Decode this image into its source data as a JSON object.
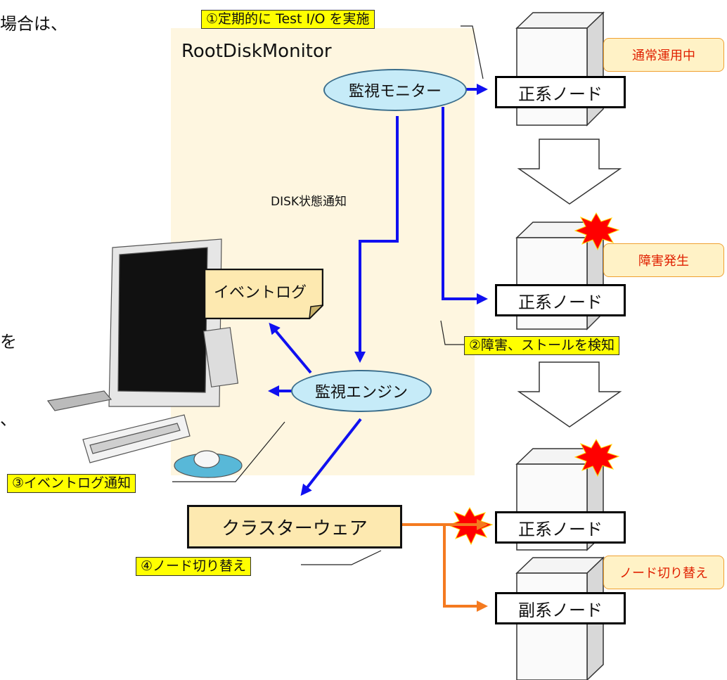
{
  "region": {
    "title": "RootDiskMonitor"
  },
  "left_fragments": {
    "top": "場合は、",
    "mid1": "を",
    "mid2": "、"
  },
  "steps": {
    "s1": "①定期的に Test I/O を実施",
    "s2": "②障害、ストールを検知",
    "s3": "③イベントログ通知",
    "s4": "④ノード切り替え"
  },
  "components": {
    "monitor": "監視モニター",
    "engine": "監視エンジン",
    "eventlog": "イベントログ",
    "cluster": "クラスターウェア"
  },
  "labels": {
    "disk_notify": "DISK状態通知"
  },
  "nodes": {
    "primary1": "正系ノード",
    "primary2": "正系ノード",
    "primary3": "正系ノード",
    "secondary": "副系ノード"
  },
  "badges": {
    "normal": "通常運用中",
    "failure": "障害発生",
    "switch": "ノード切り替え"
  },
  "colors": {
    "blue_arrow": "#1010f0",
    "orange_arrow": "#f47a20",
    "burst": "#ff0000",
    "region_bg": "#fef6e0"
  }
}
